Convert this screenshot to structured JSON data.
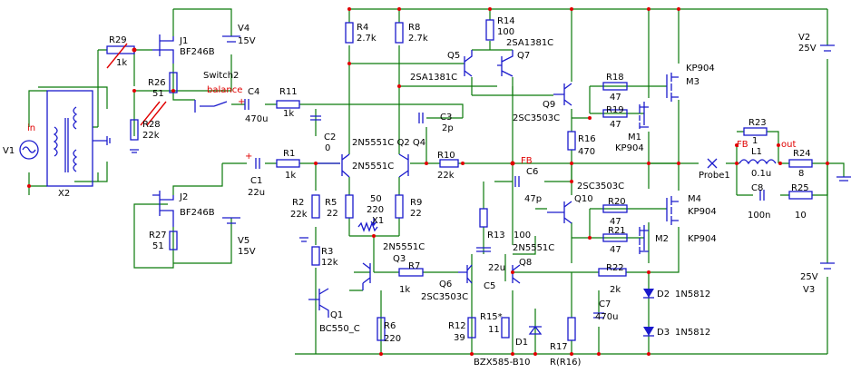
{
  "labels": {
    "R29": "R29",
    "r29v": "1k",
    "J1": "J1",
    "J1t": "BF246B",
    "V4": "V4",
    "V4v": "15V",
    "sw2": "Switch2",
    "R26": "R26",
    "R26v": "51",
    "R28": "R28",
    "R28v": "22k",
    "balance": "balance",
    "C4": "C4",
    "C4v": "470u",
    "R11": "R11",
    "R11v": "1k",
    "in": "in",
    "V1": "V1",
    "X2": "X2",
    "R1": "R1",
    "R1v": "1k",
    "C1": "C1",
    "C1v": "22u",
    "J2": "J2",
    "J2t": "BF246B",
    "R27": "R27",
    "R27v": "51",
    "V5": "V5",
    "V5v": "15V",
    "C2": "C2",
    "C2v": "0",
    "R2": "R2",
    "R2v": "22k",
    "R3": "R3",
    "R3v": "12k",
    "Q1": "Q1",
    "Q1t": "BC550_C",
    "R6": "R6",
    "R6v": "220",
    "R4": "R4",
    "R4v": "2.7k",
    "R8": "R8",
    "R8v": "2.7k",
    "Q2Q4": "2N5551C  Q2  Q4",
    "Q2t": "2N5551C",
    "R5": "R5",
    "R5v": "22",
    "R9": "R9",
    "R9v": "22",
    "X1a": "50",
    "X1b": "220",
    "X1": "X1",
    "Q3": "Q3",
    "Q3t": "2N5551C",
    "R7": "R7",
    "R7v": "1k",
    "Q5": "Q5",
    "Q7": "Q7",
    "Q5t": "2SA1381C",
    "Q7t": "2SA1381C",
    "R14": "R14",
    "R14v": "100",
    "C3": "C3",
    "C3v": "2p",
    "R10": "R10",
    "R10v": "22k",
    "FB1": "FB",
    "C6": "C6",
    "C6v": "47p",
    "R13": "R13",
    "R13v": "100",
    "Q6": "Q6",
    "Q6t": "2SC3503C",
    "C5": "C5",
    "C5v": "22u",
    "Q8": "Q8",
    "Q8t": "2N5551C",
    "R12": "R12",
    "R12v": "39",
    "R15": "R15*",
    "R15v": "11",
    "D1": "D1",
    "D1t": "BZX585-B10",
    "R17": "R17",
    "R17t": "R(R16)",
    "Q9": "Q9",
    "Q9t": "2SC3503C",
    "R16": "R16",
    "R16v": "470",
    "Q10": "Q10",
    "Q10t": "2SC3503C",
    "R18": "R18",
    "R18v": "47",
    "R19": "R19",
    "R19v": "47",
    "M1": "M1",
    "M1t": "KP904",
    "M3": "M3",
    "M3t": "KP904",
    "R20": "R20",
    "R20v": "47",
    "R21": "R21",
    "R21v": "47",
    "M2": "M2",
    "M4": "M4",
    "M4t": "KP904",
    "M2t": "KP904",
    "R22": "R22",
    "R22v": "2k",
    "C7": "C7",
    "C7v": "470u",
    "D2": "D2",
    "D2t": "1N5812",
    "D3": "D3",
    "D3t": "1N5812",
    "Probe1": "Probe1",
    "R23": "R23",
    "R23v": "1",
    "FB2": "FB",
    "out": "out",
    "L1": "L1",
    "L1v": "0.1u",
    "R24": "R24",
    "R24v": "8",
    "C8": "C8",
    "C8v": "100n",
    "R25": "R25",
    "R25v": "10",
    "V2": "V2",
    "V2v": "25V",
    "V3": "V3",
    "V3v": "25V"
  },
  "colors": {
    "wire": "#0b7a0b",
    "component": "#1a1acc",
    "junction": "#e00000",
    "text": "#000000"
  }
}
